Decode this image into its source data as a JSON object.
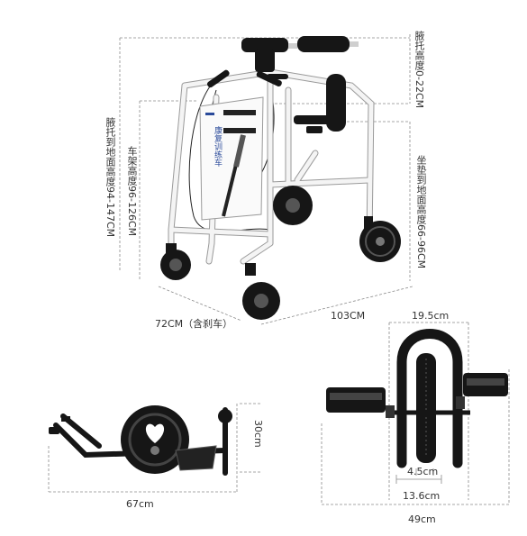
{
  "labels": {
    "armrest_height": "腋托高度0-22CM",
    "armrest_to_ground": "腋托到地面高度94-147CM",
    "frame_height": "车架高度96-126CM",
    "seat_to_ground": "坐垫到地面高度66-96CM",
    "width_with_brake": "72CM（含刹车）",
    "length": "103CM",
    "frame_sticker": "康复训练车",
    "pedal_top_width": "19.5cm",
    "pedal_tire_width": "4.5cm",
    "pedal_inner_width": "13.6cm",
    "pedal_total_width": "49cm",
    "pedal_side_height": "30cm",
    "pedal_side_length": "67cm"
  },
  "colors": {
    "frame": "#f4f4f4",
    "frame_outline": "#9a9a9a",
    "black": "#161616",
    "dim_line": "#8a8a8a",
    "sticker_text": "#2a4a9a"
  }
}
